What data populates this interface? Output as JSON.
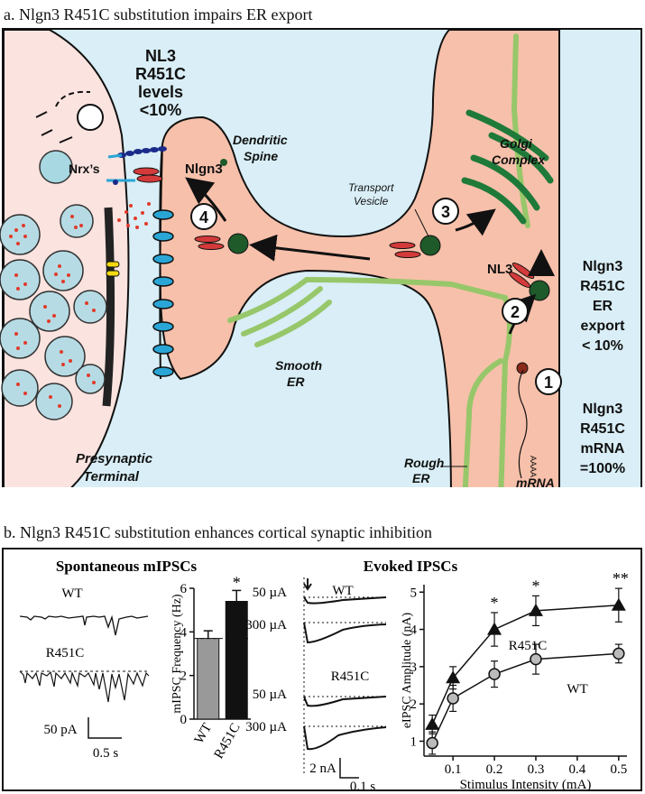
{
  "panel_a": {
    "title": "a. Nlgn3 R451C substitution impairs ER export",
    "labels": {
      "nl3_levels": [
        "NL3",
        "R451C",
        "levels",
        "<10%"
      ],
      "nrxs": "Nrx’s",
      "nlgn3": "Nlgn3",
      "dendritic_spine": [
        "Dendritic",
        "Spine"
      ],
      "transport_vesicle": [
        "Transport",
        "Vesicle"
      ],
      "golgi": [
        "Golgi",
        "Complex"
      ],
      "nl3": "NL3",
      "smooth_er": [
        "Smooth",
        "ER"
      ],
      "rough_er": [
        "Rough",
        "ER"
      ],
      "mrna": "mRNA",
      "poly_a": "AAAA",
      "presynaptic": [
        "Presynaptic",
        "Terminal"
      ],
      "er_export": [
        "Nlgn3",
        "R451C",
        "ER",
        "export",
        "< 10%"
      ],
      "mrna_level": [
        "Nlgn3",
        "R451C",
        "mRNA",
        "=100%"
      ],
      "steps": [
        "1",
        "2",
        "3",
        "4"
      ]
    }
  },
  "panel_b": {
    "title": "b. Nlgn3 R451C substitution enhances cortical synaptic inhibition",
    "spontaneous": {
      "title": "Spontaneous mIPSCs",
      "wt_label": "WT",
      "r451c_label": "R451C",
      "scale_y": "50 pA",
      "scale_x": "0.5 s"
    },
    "evoked": {
      "title": "Evoked IPSCs",
      "stim_labels": [
        "50 µA",
        "300 µA",
        "50 µA",
        "300 µA"
      ],
      "wt_label": "WT",
      "r451c_label": "R451C",
      "scale_y": "2 nA",
      "scale_x": "0.1 s"
    }
  },
  "chart_data": [
    {
      "type": "bar",
      "categories": [
        "WT",
        "R451C"
      ],
      "values": [
        3.7,
        5.4
      ],
      "errors": [
        0.35,
        0.5
      ],
      "significance": [
        "",
        "*"
      ],
      "ylabel": "mIPSC Frequency (Hz)",
      "ylim": [
        0,
        6
      ],
      "yticks": [
        "0",
        "2",
        "4",
        "6"
      ],
      "colors": [
        "#999999",
        "#111111"
      ]
    },
    {
      "type": "line",
      "x": [
        0.05,
        0.1,
        0.2,
        0.3,
        0.5
      ],
      "xticks": [
        "0.1",
        "0.2",
        "0.3",
        "0.4",
        "0.5"
      ],
      "yticks": [
        "1",
        "2",
        "3",
        "4",
        "5"
      ],
      "xlabel": "Stimulus Intensity (mA)",
      "ylabel": "eIPSC Amplitude (nA)",
      "xlim": [
        0.03,
        0.52
      ],
      "ylim": [
        0.6,
        5.2
      ],
      "series": [
        {
          "name": "R451C",
          "values": [
            1.45,
            2.7,
            4.0,
            4.5,
            4.65
          ],
          "errors": [
            0.25,
            0.3,
            0.45,
            0.4,
            0.45
          ],
          "marker": "triangle"
        },
        {
          "name": "WT",
          "values": [
            0.95,
            2.15,
            2.8,
            3.2,
            3.35
          ],
          "errors": [
            0.3,
            0.35,
            0.35,
            0.4,
            0.25
          ],
          "marker": "circle"
        }
      ],
      "significance": [
        "",
        "",
        "*",
        "*",
        "**"
      ]
    }
  ]
}
